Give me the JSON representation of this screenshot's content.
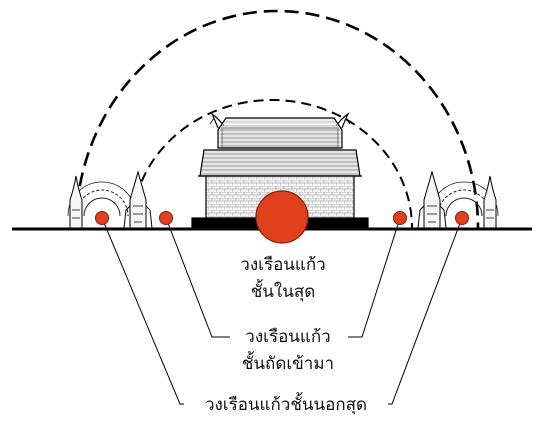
{
  "labels": {
    "inner_line1": "วงเรือนแก้ว",
    "inner_line2": "ชั้นในสุด",
    "middle_line1": "วงเรือนแก้ว",
    "middle_line2": "ชั้นถัดเข้ามา",
    "outer": "วงเรือนแก้วชั้นนอกสุด"
  },
  "colors": {
    "ring": "#e0401c",
    "ring_outline": "#8a1a08",
    "line": "#000000",
    "building_fill": "#f2f2f2",
    "brick": "#7a7a7a"
  }
}
